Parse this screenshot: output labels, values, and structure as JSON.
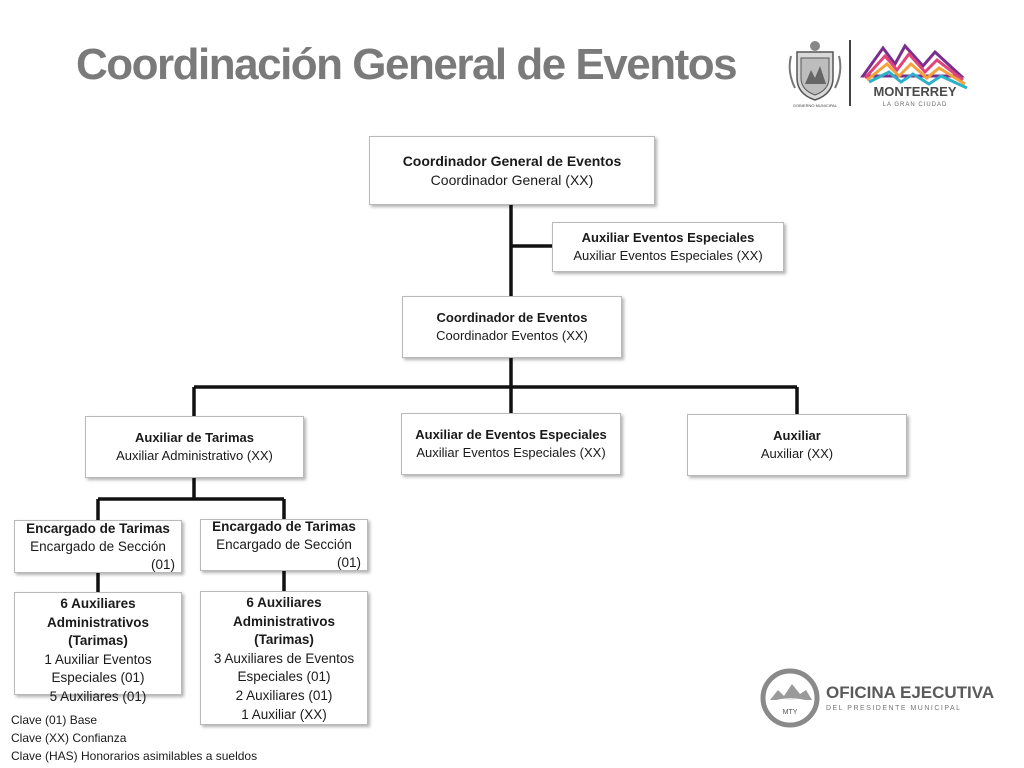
{
  "title": "Coordinación General de Eventos",
  "nodes": {
    "coord_general": {
      "title": "Coordinador General de Eventos",
      "subtitle": "Coordinador General  (XX)"
    },
    "aux_esp_top": {
      "title": "Auxiliar Eventos Especiales",
      "subtitle": "Auxiliar Eventos Especiales (XX)"
    },
    "coord_eventos": {
      "title": "Coordinador de Eventos",
      "subtitle": "Coordinador Eventos (XX)"
    },
    "aux_tarimas": {
      "title": "Auxiliar de Tarimas",
      "subtitle": "Auxiliar Administrativo (XX)"
    },
    "aux_eventos_esp": {
      "title": "Auxiliar de Eventos Especiales",
      "subtitle": "Auxiliar Eventos Especiales (XX)"
    },
    "auxiliar": {
      "title": "Auxiliar",
      "subtitle": "Auxiliar   (XX)"
    },
    "enc_tarimas_1": {
      "title": "Encargado de Tarimas",
      "subtitle": "Encargado de Sección",
      "code": "(01)"
    },
    "enc_tarimas_2": {
      "title": "Encargado de Tarimas",
      "subtitle": "Encargado de Sección",
      "code": "(01)"
    },
    "staff_1": {
      "title_lines": [
        "6 Auxiliares",
        "Administrativos",
        "(Tarimas)"
      ],
      "lines": [
        "1 Auxiliar Eventos",
        "Especiales (01)",
        "5 Auxiliares (01)"
      ]
    },
    "staff_2": {
      "title_lines": [
        "6 Auxiliares",
        "Administrativos",
        "(Tarimas)"
      ],
      "lines": [
        "3 Auxiliares de Eventos",
        "Especiales (01)",
        "2 Auxiliares (01)",
        "1 Auxiliar (XX)"
      ]
    }
  },
  "notes": [
    "Clave (01) Base",
    "Clave (XX) Confianza",
    "Clave (HAS) Honorarios asimilables a sueldos"
  ],
  "logo_top": {
    "seal_caption": "GOBIERNO MUNICIPAL",
    "city": "MONTERREY",
    "tagline": "LA GRAN CIUDAD"
  },
  "logo_bottom": {
    "badge": "MTY",
    "name": "OFICINA EJECUTIVA",
    "subtitle": "DEL PRESIDENTE MUNICIPAL"
  }
}
